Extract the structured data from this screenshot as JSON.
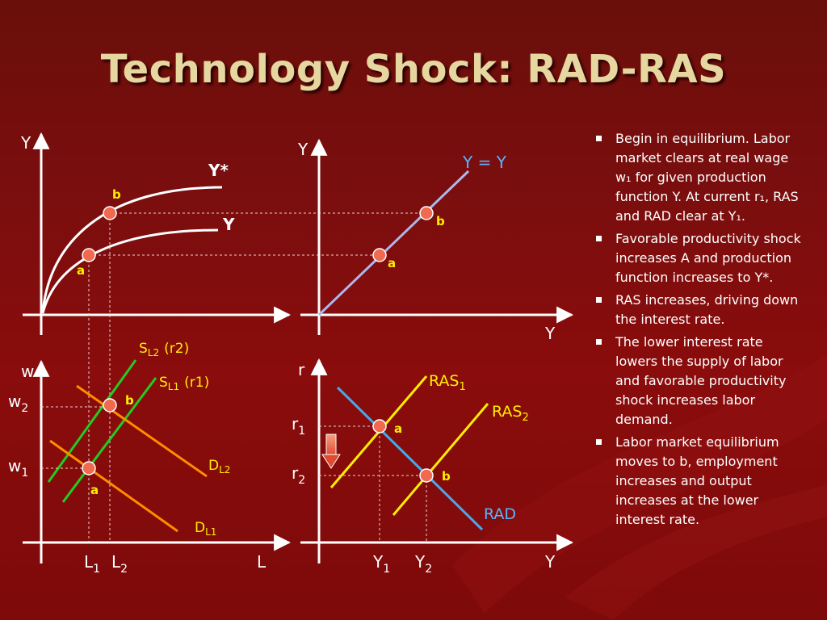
{
  "slide": {
    "title": "Technology Shock: RAD-RAS",
    "bullets": [
      "Begin in equilibrium. Labor market clears at real wage w₁ for given production function Y. At current r₁, RAS and RAD clear at Y₁.",
      "Favorable productivity shock increases A and production function increases to Y*.",
      "RAS increases, driving down the interest rate.",
      "The lower interest rate lowers the supply of labor and favorable productivity shock increases labor demand.",
      "Labor market equilibrium moves to b, employment increases and output increases at the lower interest rate."
    ]
  },
  "colors": {
    "background": "#7a0e0e",
    "title": "#e6d7a0",
    "axis": "#ffffff",
    "labor_supply": "#22cc22",
    "labor_demand": "#ff8c00",
    "ras": "#ffee00",
    "rad": "#44aaee",
    "forty_five_line": "#aab8ee",
    "points": "#f06a50",
    "label_yellow": "#ffee00",
    "label_blue": "#5ab4ff"
  },
  "diagram": {
    "production_panel": {
      "y_axis_label": "Y",
      "curve_labels": [
        "Y*",
        "Y"
      ],
      "point_labels": [
        "b",
        "a"
      ]
    },
    "identity_panel": {
      "y_axis_label": "Y",
      "x_axis_label": "Y",
      "line_label": "Y = Y",
      "point_labels": [
        "b",
        "a"
      ]
    },
    "labor_panel": {
      "y_axis_label": "w",
      "x_axis_label": "L",
      "y_ticks": [
        {
          "base": "w",
          "sub": "2"
        },
        {
          "base": "w",
          "sub": "1"
        }
      ],
      "x_ticks": [
        {
          "base": "L",
          "sub": "1"
        },
        {
          "base": "L",
          "sub": "2"
        }
      ],
      "supply_labels": [
        {
          "base": "S",
          "sub": "L2",
          "note": "(r2)"
        },
        {
          "base": "S",
          "sub": "L1",
          "note": "(r1)"
        }
      ],
      "demand_labels": [
        {
          "base": "D",
          "sub": "L2"
        },
        {
          "base": "D",
          "sub": "L1"
        }
      ],
      "point_labels": [
        "b",
        "a"
      ]
    },
    "loanable_panel": {
      "y_axis_label": "r",
      "x_axis_label": "Y",
      "y_ticks": [
        {
          "base": "r",
          "sub": "1"
        },
        {
          "base": "r",
          "sub": "2"
        }
      ],
      "x_ticks": [
        {
          "base": "Y",
          "sub": "1"
        },
        {
          "base": "Y",
          "sub": "2"
        }
      ],
      "ras_labels": [
        {
          "base": "RAS",
          "sub": "1"
        },
        {
          "base": "RAS",
          "sub": "2"
        }
      ],
      "rad_label": "RAD",
      "point_labels": [
        "a",
        "b"
      ]
    }
  }
}
